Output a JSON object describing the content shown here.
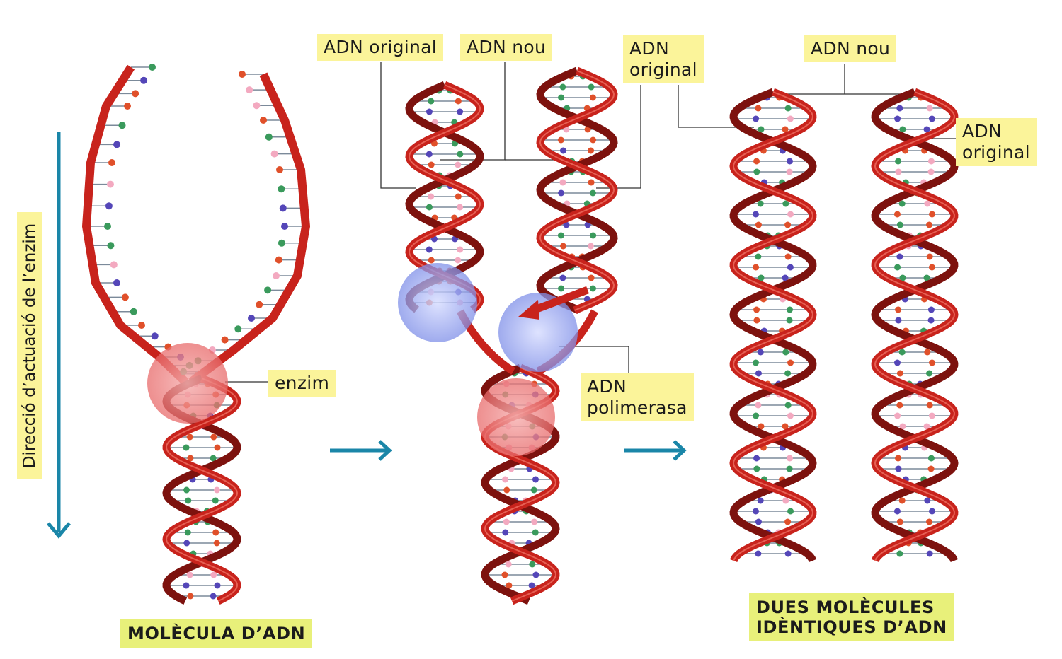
{
  "labels": {
    "enzim": "enzim",
    "adn_original_top": "ADN original",
    "adn_nou_top": "ADN nou",
    "adn_original_right": "ADN\noriginal",
    "adn_nou_final": "ADN nou",
    "adn_original_final": "ADN\noriginal",
    "adn_polimerasa": "ADN\npolimerasa",
    "direccio": "Direcció d’actuació de l’enzim"
  },
  "captions": {
    "molecula": "MOLÈCULA D’ADN",
    "dues_molecules": "DUES MOLÈCULES\nIDÈNTIQUES D’ADN"
  },
  "colors": {
    "backbone": "#c8231c",
    "backbone_dark": "#7d120e",
    "enzyme": "#f08a8a",
    "polymerase": "#8f9df0",
    "arrow": "#1a86a8",
    "label_bg": "#fbf49a",
    "caption_bg": "#e8f07a",
    "base_colors": [
      "#e0502a",
      "#3a9a5c",
      "#5446b8",
      "#f3a9c0",
      "#7b8a9a",
      "#2a5bb0"
    ]
  }
}
